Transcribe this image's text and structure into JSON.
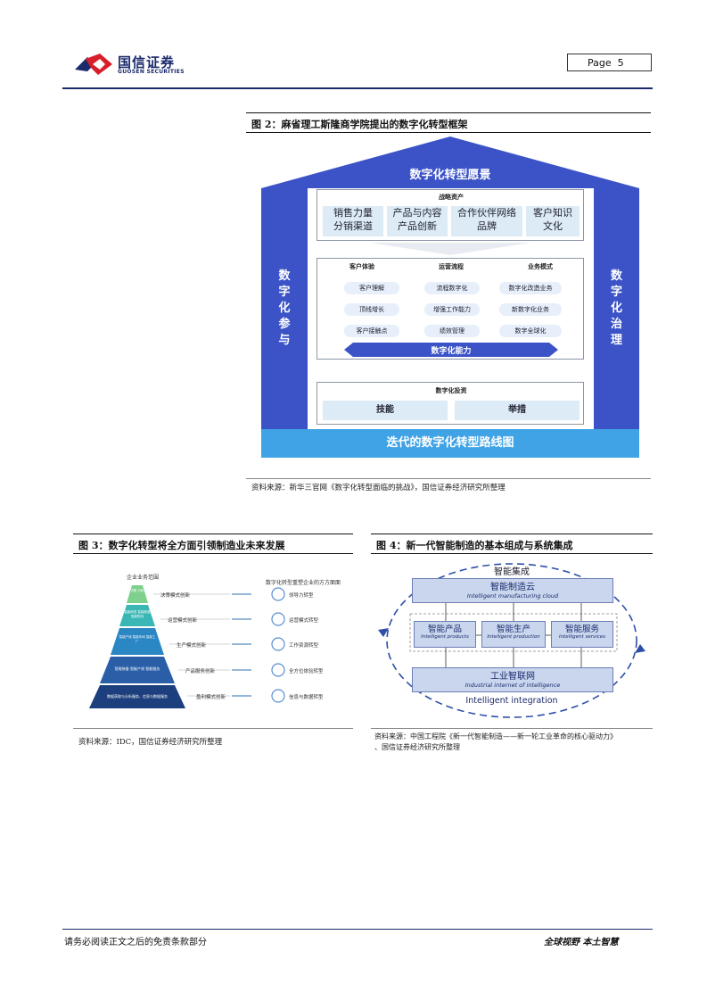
{
  "header": {
    "logo_cn": "国信证券",
    "logo_en": "GUOSEN SECURITIES",
    "page_label": "Page",
    "page_number": "5"
  },
  "fig2": {
    "caption": "图 2：麻省理工斯隆商学院提出的数字化转型框架",
    "vision": "数字化转型愿景",
    "left_pillar": [
      "数",
      "字",
      "化",
      "参",
      "与"
    ],
    "right_pillar": [
      "数",
      "字",
      "化",
      "治",
      "理"
    ],
    "strategic_assets": {
      "title": "战略资产",
      "items": [
        {
          "top": "销售力量",
          "bottom": "分销渠道"
        },
        {
          "top": "产品与内容",
          "bottom": "产品创新"
        },
        {
          "top": "合作伙伴网络",
          "bottom": "品牌"
        },
        {
          "top": "客户知识",
          "bottom": "文化"
        }
      ]
    },
    "columns": [
      {
        "title": "客户体验",
        "items": [
          "客户理解",
          "顶线增长",
          "客户接触点"
        ]
      },
      {
        "title": "运营流程",
        "items": [
          "流程数字化",
          "增强工作能力",
          "绩效管理"
        ]
      },
      {
        "title": "业务模式",
        "items": [
          "数字化改造业务",
          "新数字化业务",
          "数字全球化"
        ]
      }
    ],
    "capability": "数字化能力",
    "investment": {
      "title": "数字化投资",
      "items": [
        "技能",
        "举措"
      ]
    },
    "roadmap": "迭代的数字化转型路线图",
    "source": "资料来源：新华三官网《数字化转型面临的挑战》，国信证券经济研究所整理"
  },
  "fig3": {
    "caption": "图 3：数字化转型将全方面引领制造业未来发展",
    "left_title": "企业业务范围",
    "right_title": "数字化转型重塑企业的方方面面",
    "levels": [
      {
        "layer": "决策 分析",
        "label": "决策模式创新",
        "icon_text": "领导力转型"
      },
      {
        "layer": "智能研发 智能制造 智能物流",
        "label": "运营模式创新",
        "icon_text": "运营模式转型"
      },
      {
        "layer": "智能产线 智能车间 智能工厂",
        "label": "生产模式创新",
        "icon_text": "工作资源转型"
      },
      {
        "layer": "智能装备  智能产线  智能服务",
        "label": "产品服务创新",
        "icon_text": "全方位体验转型"
      },
      {
        "layer": "数据获取与分析服务、信息与数据服务",
        "label": "盈利模式创新",
        "icon_text": "信息与数据转型"
      }
    ],
    "source": "资料来源：IDC，国信证券经济研究所整理"
  },
  "fig4": {
    "caption": "图 4：新一代智能制造的基本组成与系统集成",
    "top_title": "智能集成",
    "cloud_cn": "智能制造云",
    "cloud_en": "Intelligent manufacturing cloud",
    "middle": [
      {
        "cn": "智能产品",
        "en": "Intelligent products"
      },
      {
        "cn": "智能生产",
        "en": "Intelligent production"
      },
      {
        "cn": "智能服务",
        "en": "Intelligent services"
      }
    ],
    "iiot_cn": "工业智联网",
    "iiot_en": "Industrial internet of intelligence",
    "bottom_en": "Intelligent integration",
    "source_line1": "资料来源：中国工程院《新一代智能制造——新一轮工业革命的核心驱动力》",
    "source_line2": "、国信证券经济研究所整理"
  },
  "footer": {
    "disclaimer": "请务必阅读正文之后的免责条款部分",
    "slogan": "全球视野  本土智慧"
  },
  "colors": {
    "brand_navy": "#1a2a6c",
    "pillar_blue": "#3b53c7",
    "roadmap_blue": "#3fa3e6",
    "logo_red": "#d81e2b"
  }
}
